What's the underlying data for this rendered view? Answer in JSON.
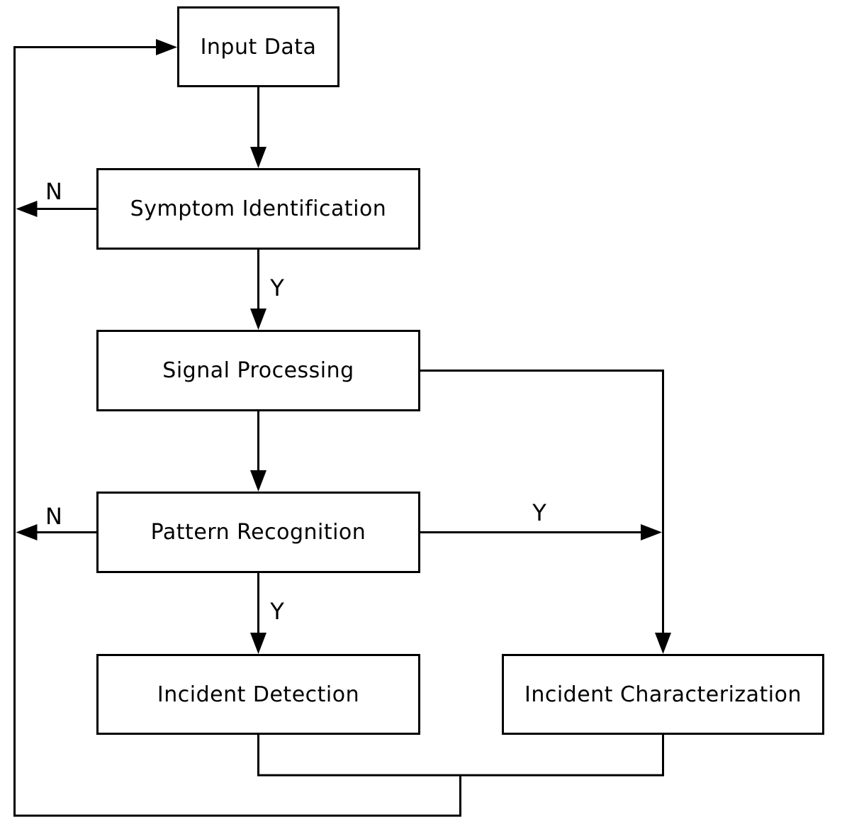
{
  "flowchart": {
    "colors": {
      "background": "#ffffff",
      "line": "#000000",
      "box_fill": "#ffffff",
      "text": "#000000"
    },
    "nodes": {
      "input_data": {
        "label": "Input Data"
      },
      "symptom_identification": {
        "label": "Symptom Identification"
      },
      "signal_processing": {
        "label": "Signal Processing"
      },
      "pattern_recognition": {
        "label": "Pattern Recognition"
      },
      "incident_detection": {
        "label": "Incident Detection"
      },
      "incident_characterization": {
        "label": "Incident Characterization"
      }
    },
    "edge_labels": {
      "symptom_no": "N",
      "symptom_yes": "Y",
      "pattern_no": "N",
      "pattern_yes_right": "Y",
      "pattern_yes_down": "Y"
    }
  }
}
